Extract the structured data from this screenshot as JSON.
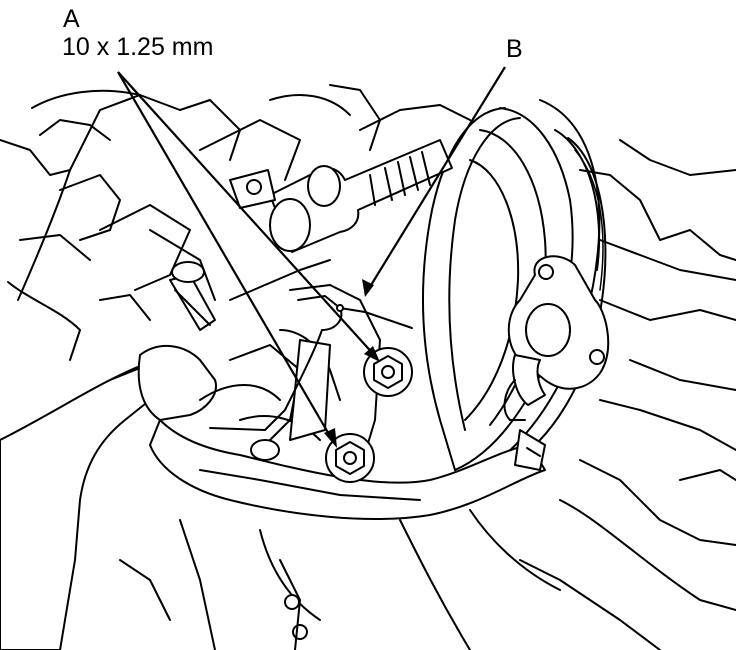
{
  "callouts": {
    "a": {
      "letter": "A",
      "spec": "10 x 1.25 mm"
    },
    "b": {
      "letter": "B"
    }
  },
  "colors": {
    "line": "#000000",
    "background": "#ffffff"
  }
}
